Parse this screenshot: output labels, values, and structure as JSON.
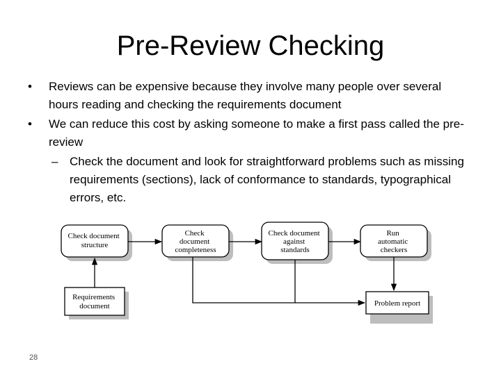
{
  "slide": {
    "title": "Pre-Review Checking",
    "bullets": [
      {
        "mark": "•",
        "text": "Reviews can be expensive because they involve many people over several hours reading and checking the requirements document"
      },
      {
        "mark": "•",
        "text": "We can reduce this cost by asking someone to make a first pass called the pre-review"
      }
    ],
    "sub_bullets": [
      {
        "mark": "–",
        "text": "Check the document and look for straightforward problems such as missing requirements (sections), lack of conformance to standards, typographical errors, etc."
      }
    ],
    "slide_number": "28"
  },
  "diagram": {
    "boxes": {
      "check_structure": [
        "Check document",
        "structure"
      ],
      "check_completeness": [
        "Check",
        "document",
        "completeness"
      ],
      "check_standards": [
        "Check document",
        "against",
        "standards"
      ],
      "run_checkers": [
        "Run",
        "automatic",
        "checkers"
      ],
      "requirements_doc": [
        "Requirements",
        "document"
      ],
      "problem_report": [
        "Problem report"
      ]
    }
  }
}
